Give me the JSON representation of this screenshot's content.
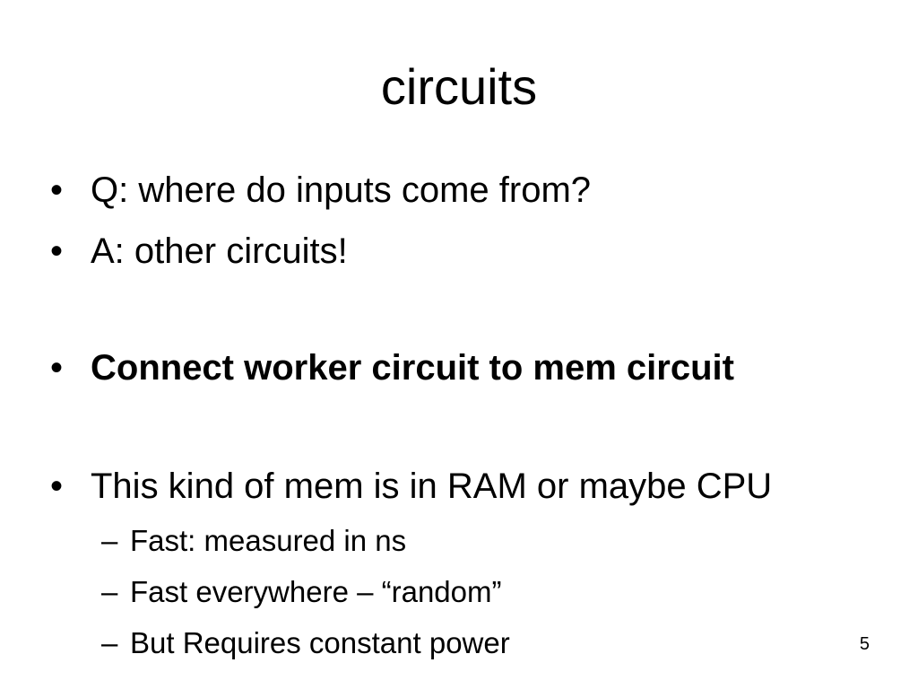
{
  "slide": {
    "title": "circuits",
    "bullet_marker": "•",
    "sub_marker": "–",
    "bullets": [
      {
        "text": "Q: where do inputs come from?"
      },
      {
        "text": "A: other circuits!"
      },
      {
        "text": "Connect worker circuit to mem circuit"
      },
      {
        "text": "This kind of mem is in RAM or maybe CPU"
      }
    ],
    "subbullets": [
      {
        "text": "Fast: measured in ns"
      },
      {
        "text": "Fast everywhere – “random”"
      },
      {
        "text": "But Requires constant power"
      }
    ],
    "page_number": "5"
  }
}
